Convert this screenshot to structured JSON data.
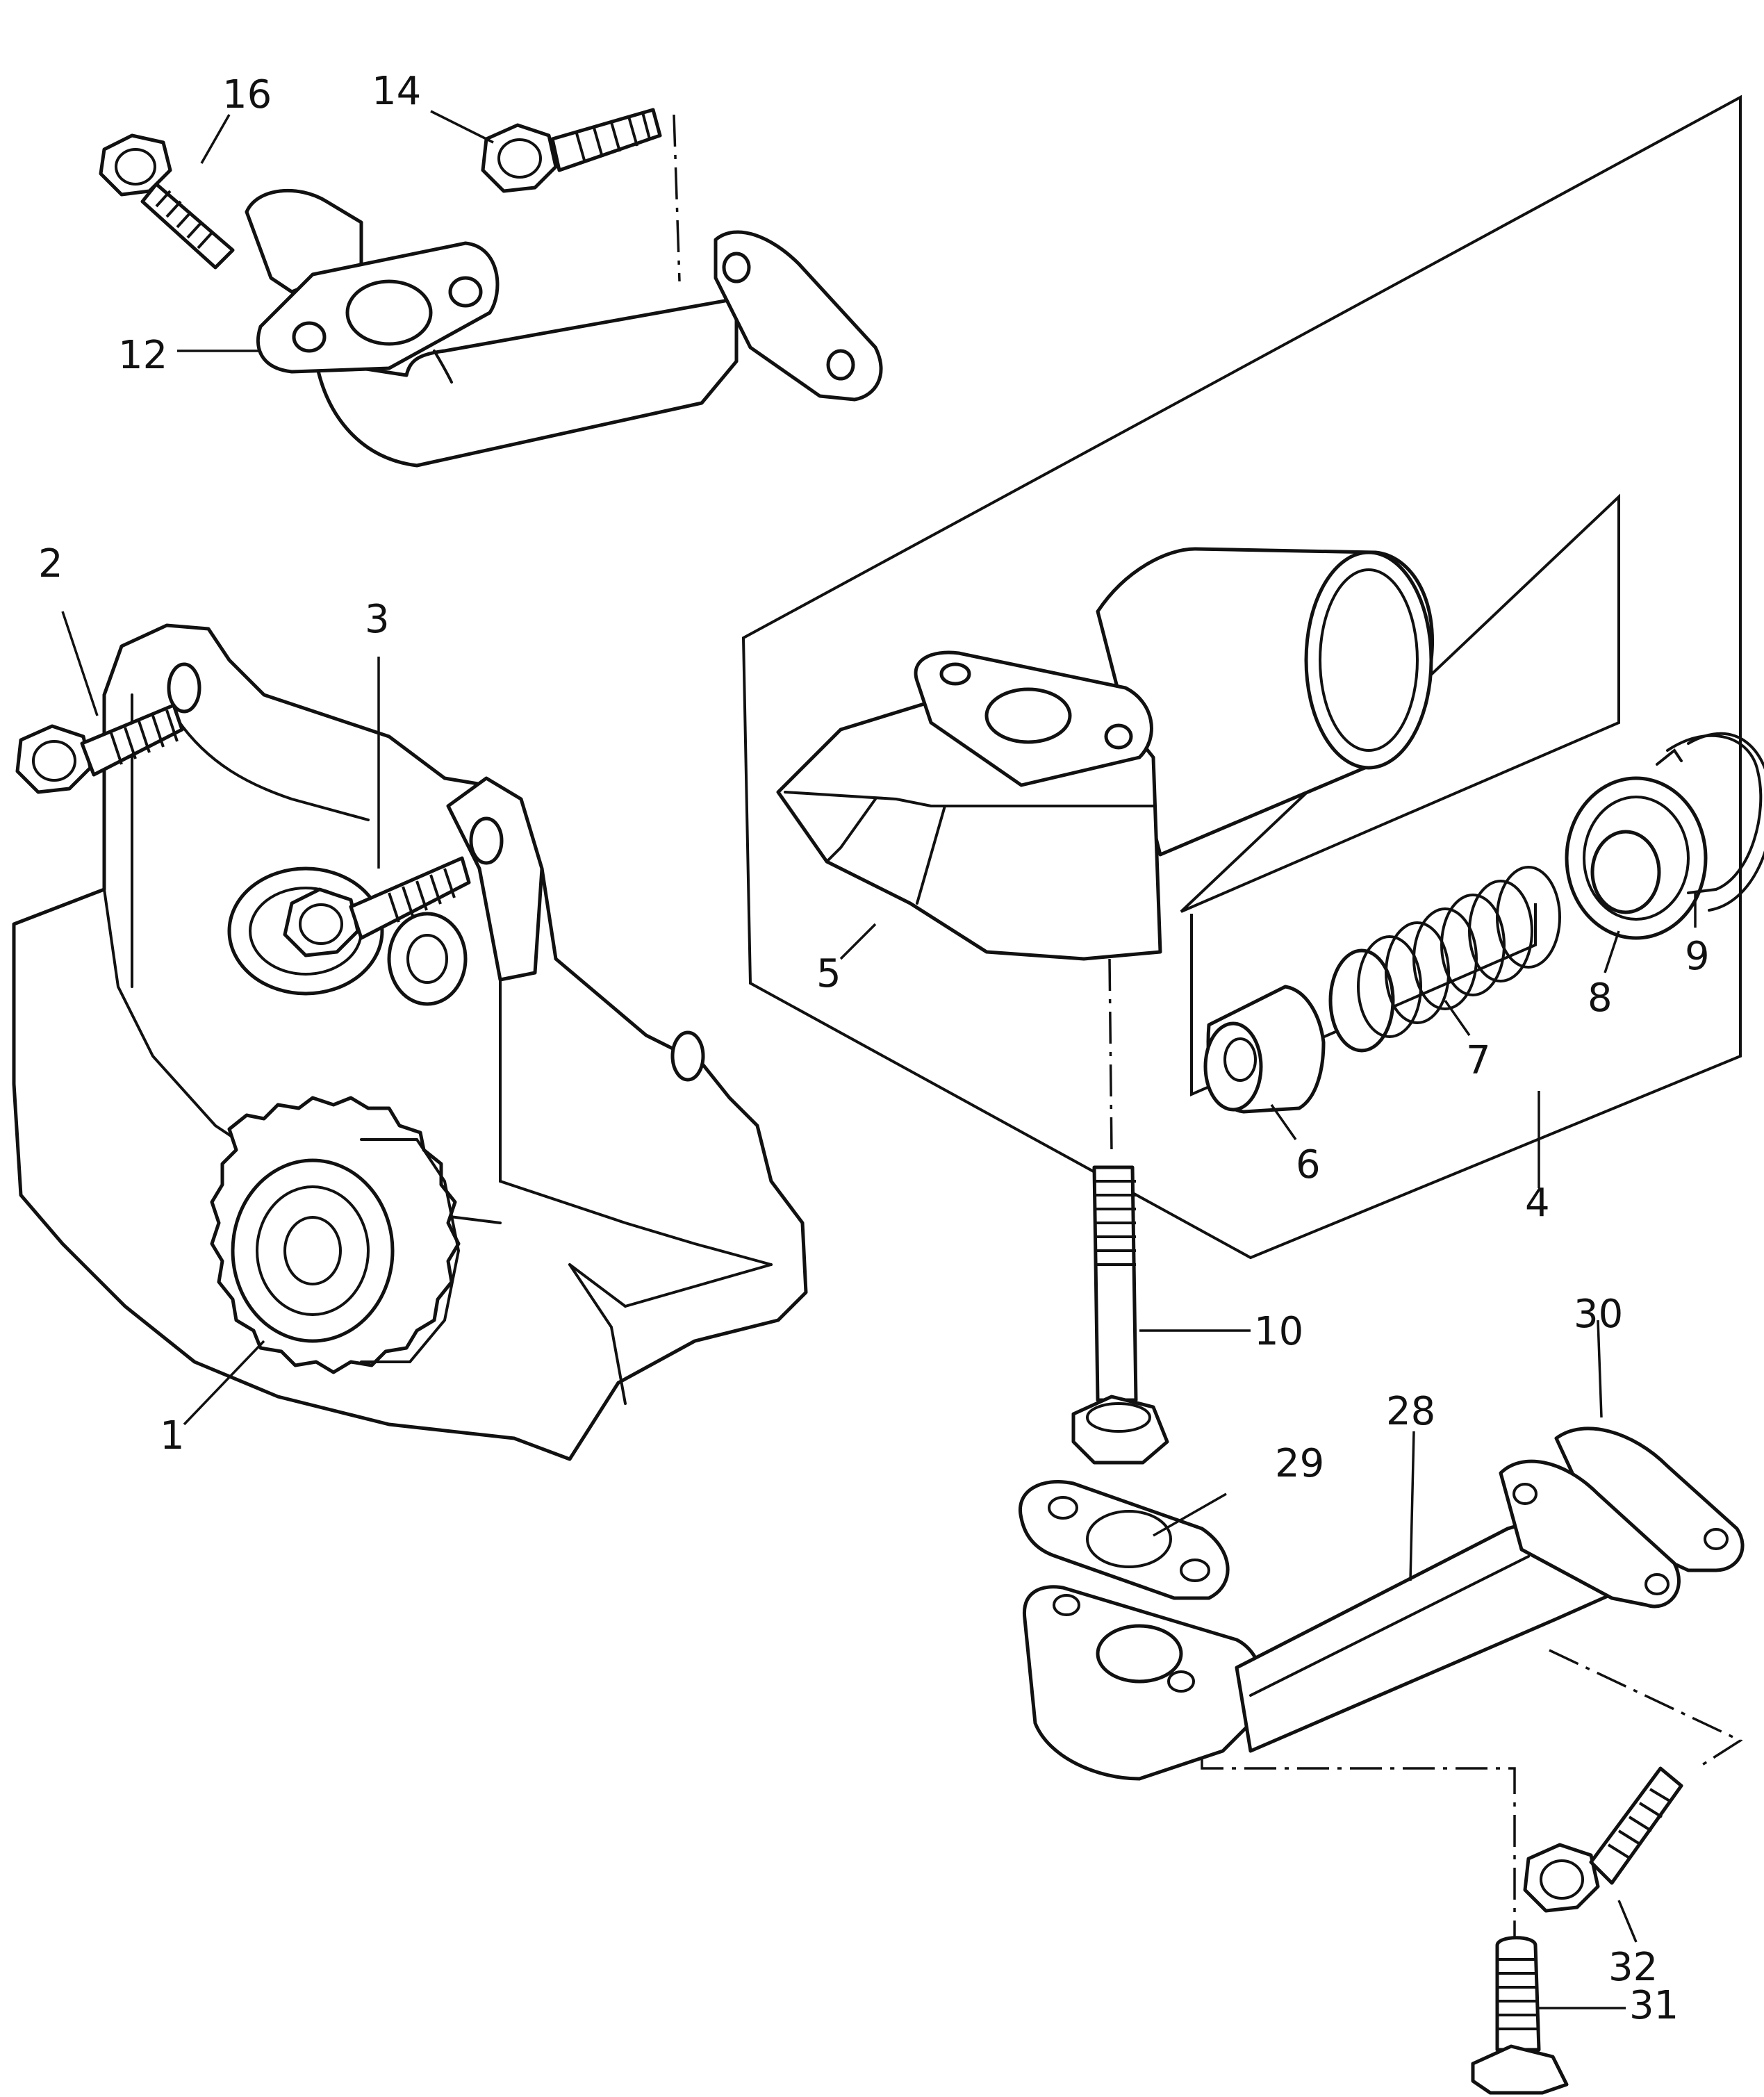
{
  "callouts": {
    "c1": "1",
    "c2": "2",
    "c3": "3",
    "c4": "4",
    "c5": "5",
    "c6": "6",
    "c7": "7",
    "c8": "8",
    "c9": "9",
    "c10": "10",
    "c12": "12",
    "c14": "14",
    "c16": "16",
    "c28": "28",
    "c29": "29",
    "c30": "30",
    "c31": "31",
    "c32": "32"
  }
}
